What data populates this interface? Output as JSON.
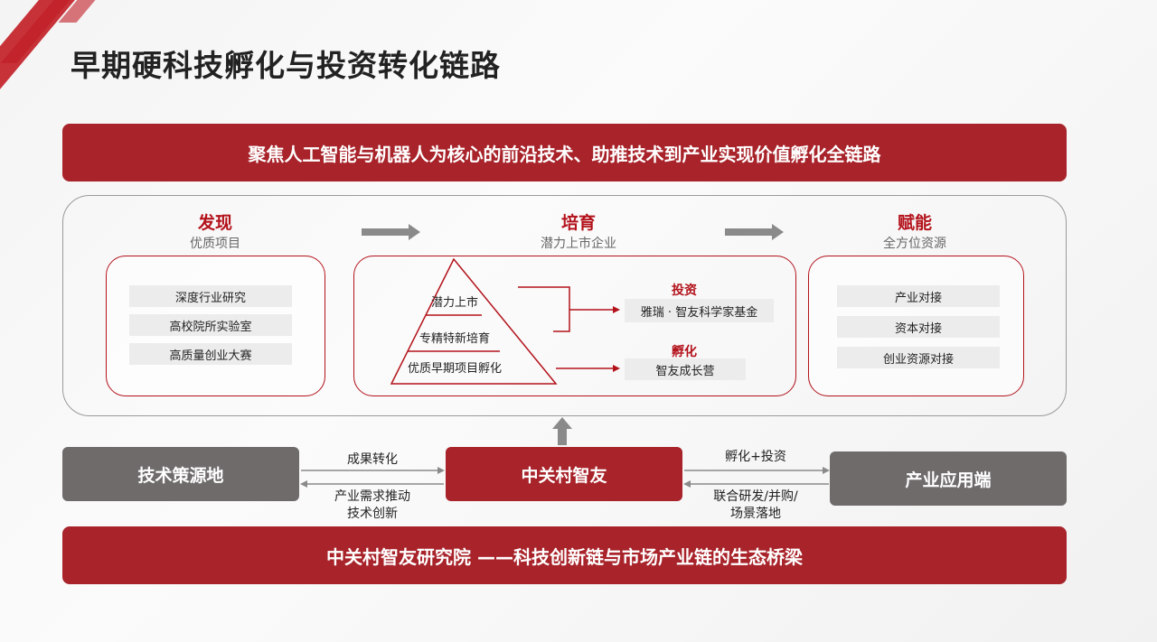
{
  "title": "早期硬科技孵化与投资转化链路",
  "top_banner": "聚焦人工智能与机器人为核心的前沿技术、助推技术到产业实现价值孵化全链路",
  "sections": [
    {
      "heading": "发现",
      "sub": "优质项目",
      "items": [
        "深度行业研究",
        "高校院所实验室",
        "高质量创业大赛"
      ]
    },
    {
      "heading": "培育",
      "sub": "潜力上市企业",
      "pyramid": [
        "潜力上市",
        "专精特新培育",
        "优质早期项目孵化"
      ],
      "invest_label": "投资",
      "invest_item": "雅瑞 · 智友科学家基金",
      "incubate_label": "孵化",
      "incubate_item": "智友成长营"
    },
    {
      "heading": "赋能",
      "sub": "全方位资源",
      "items": [
        "产业对接",
        "资本对接",
        "创业资源对接"
      ]
    }
  ],
  "flow": {
    "left_box": "技术策源地",
    "center_box": "中关村智友",
    "right_box": "产业应用端",
    "left_top_label": "成果转化",
    "left_bottom_label": "产业需求推动\n技术创新",
    "right_top_label": "孵化+投资",
    "right_bottom_label": "联合研发/并购/\n场景落地"
  },
  "bottom_banner": "中关村智友研究院 ——科技创新链与市场产业链的生态桥梁"
}
